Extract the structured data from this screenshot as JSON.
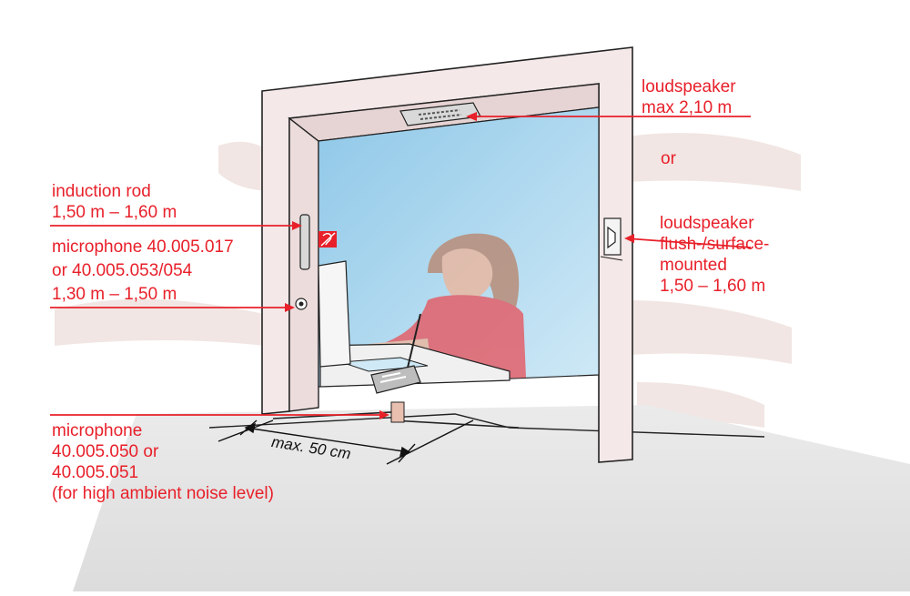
{
  "colors": {
    "accent_red": "#e8202a",
    "glass": "#a9d6ee",
    "wall": "#efe7e4",
    "frame": "#f2e6e6",
    "floor": "#e3e3e3"
  },
  "labels": {
    "loudspeaker_ceiling": [
      "loudspeaker",
      "max 2,10 m"
    ],
    "or": "or",
    "loudspeaker_wall": [
      "loudspeaker",
      "flush-/surface-",
      "mounted",
      "1,50 – 1,60 m"
    ],
    "induction_rod": [
      "induction rod",
      "1,50 m – 1,60 m"
    ],
    "microphone_wall": [
      "microphone 40.005.017",
      "or 40.005.053/054",
      "1,30 m – 1,50 m"
    ],
    "microphone_floor": [
      "microphone",
      "40.005.050 or",
      "40.005.051",
      "(for high ambient noise level)"
    ]
  },
  "dimension": {
    "text": "max. 50 cm"
  },
  "icons": [
    "hearing-loop-sign-icon"
  ]
}
